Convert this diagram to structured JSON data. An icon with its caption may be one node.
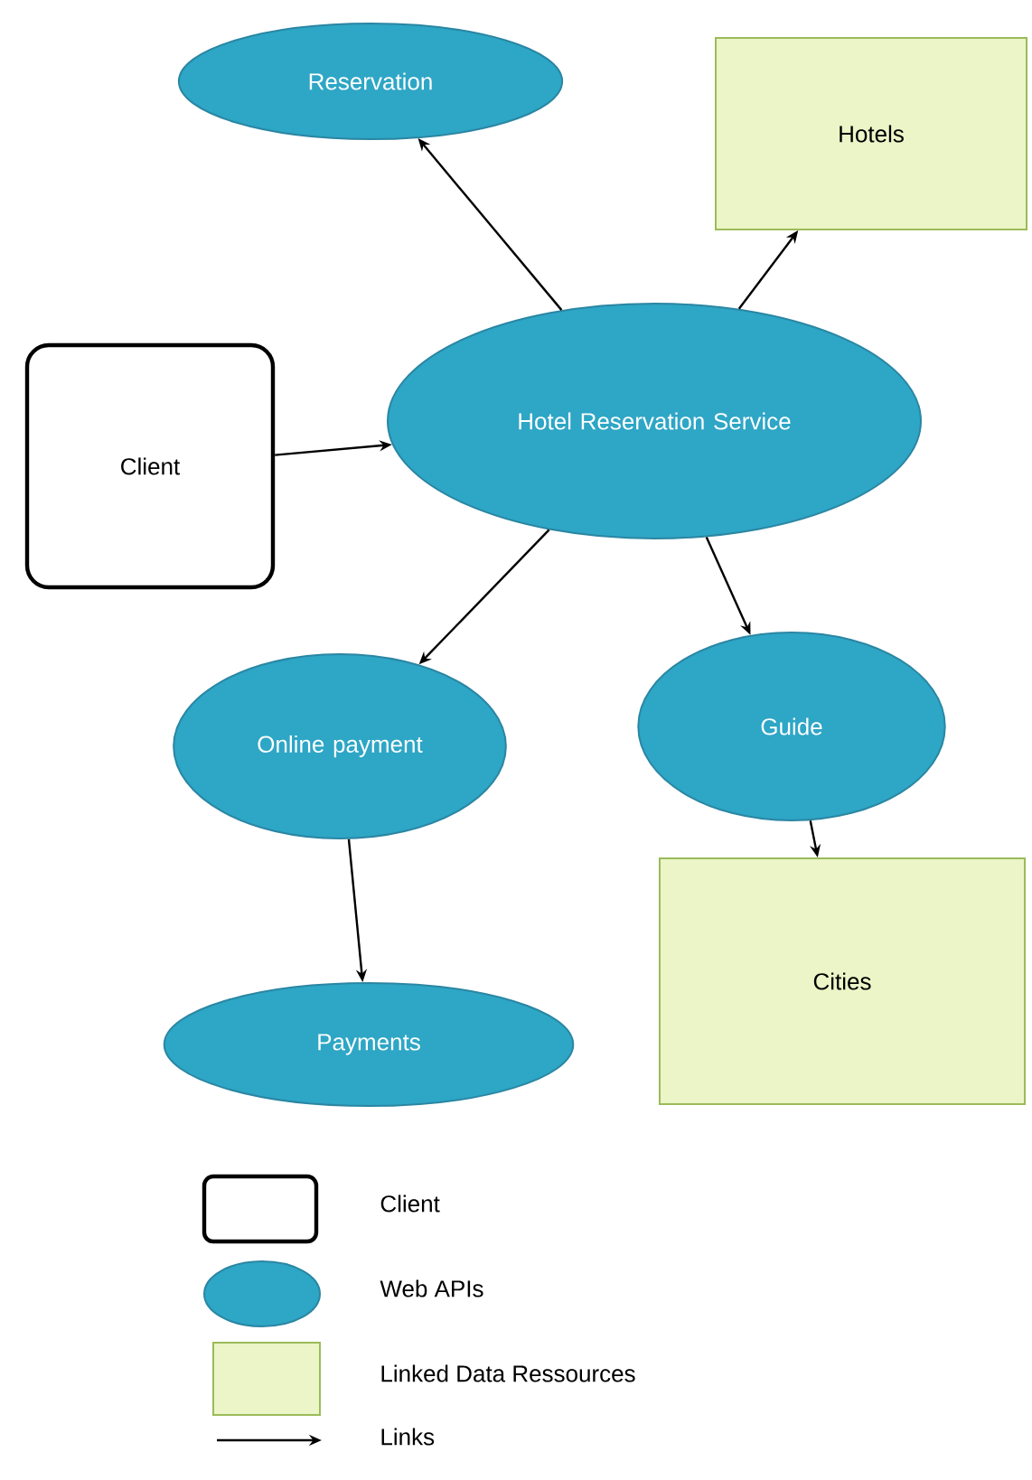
{
  "diagram": {
    "nodes": [
      {
        "text": [
          "Reservation"
        ]
      },
      {
        "text": [
          "Hotels"
        ]
      },
      {
        "text": [
          "Client"
        ]
      },
      {
        "text": [
          "Hotel Reservation Service"
        ]
      },
      {
        "text": [
          "Online payment"
        ]
      },
      {
        "text": [
          "Guide"
        ]
      },
      {
        "text": [
          "Payments"
        ]
      },
      {
        "text": [
          "Cities"
        ]
      }
    ],
    "edges": [
      {
        "from": 3,
        "to": 0,
        "arrow": "to"
      },
      {
        "from": 3,
        "to": 1,
        "arrow": "to"
      },
      {
        "from": 2,
        "to": 3,
        "arrow": "to"
      },
      {
        "from": 3,
        "to": 4,
        "arrow": "to"
      },
      {
        "from": 3,
        "to": 5,
        "arrow": "to"
      },
      {
        "from": 4,
        "to": 6,
        "arrow": "to"
      },
      {
        "from": 5,
        "to": 7,
        "arrow": "to"
      }
    ],
    "legend": [
      {
        "text": "Client"
      },
      {
        "text": "Web APIs"
      },
      {
        "text": "Linked Data Ressources",
        "color": "#ebf5c7"
      },
      {
        "text": "Links"
      }
    ]
  }
}
